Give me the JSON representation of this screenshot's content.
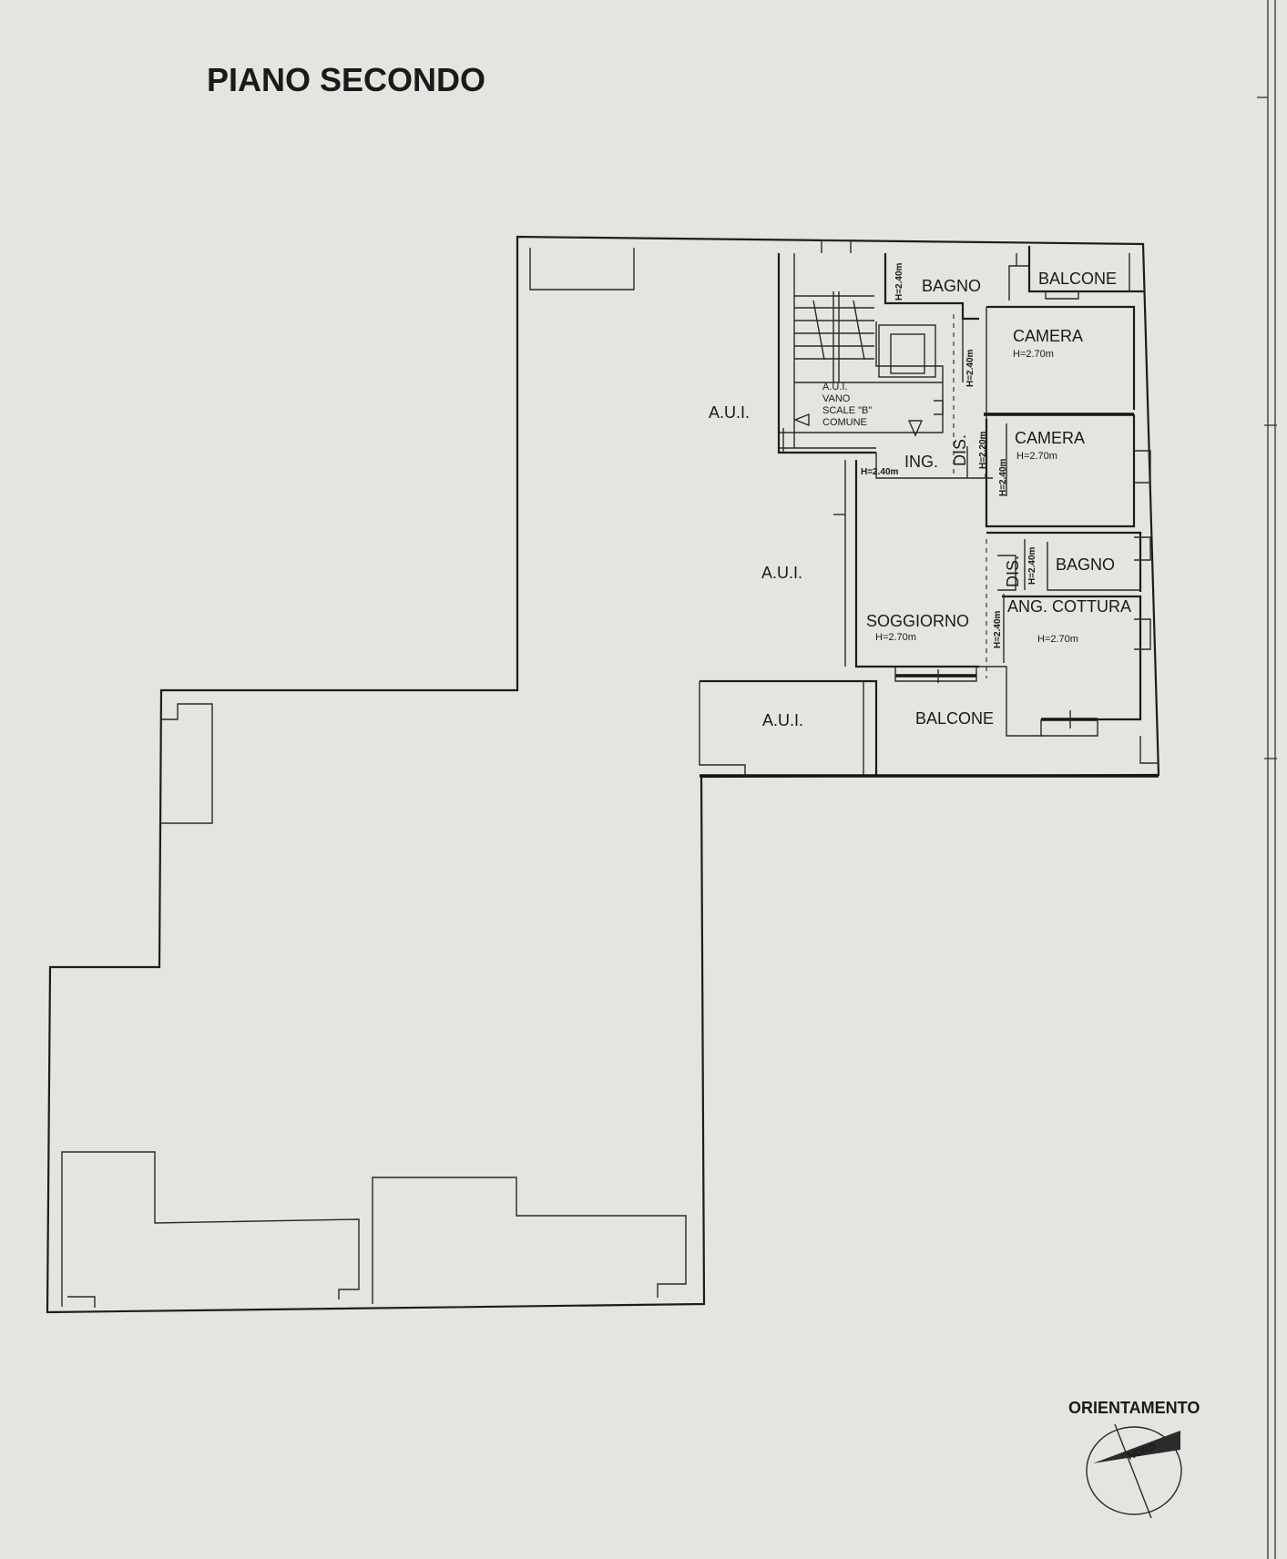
{
  "title": "PIANO SECONDO",
  "rooms": {
    "bagno_top": "BAGNO",
    "balcone_top": "BALCONE",
    "camera_1": "CAMERA",
    "camera_1_h": "H=2.70m",
    "camera_2": "CAMERA",
    "camera_2_h": "H=2.70m",
    "bagno_mid": "BAGNO",
    "ang_cottura": "ANG. COTTURA",
    "ang_cottura_h": "H=2.70m",
    "soggiorno": "SOGGIORNO",
    "soggiorno_h": "H=2.70m",
    "balcone_bottom": "BALCONE",
    "ing": "ING.",
    "dis_1": "DIS.",
    "dis_2": "DIS."
  },
  "aui_labels": {
    "left_upper": "A.U.I.",
    "left_middle": "A.U.I.",
    "bottom": "A.U.I."
  },
  "stair_block": {
    "line1": "A.U.I.",
    "line2": "VANO",
    "line3": "SCALE \"B\"",
    "line4": "COMUNE"
  },
  "heights": {
    "bagno_top_h": "H=2.40m",
    "corridor_h": "H=2.40m",
    "ing_h": "H=2.40m",
    "dis_1_h1": "H=2.20m",
    "dis_1_h2": "H=2.40m",
    "dis_2_h": "H=2.40m",
    "soggiorno_side_h": "H=2.40m"
  },
  "orientation": {
    "label": "ORIENTAMENTO",
    "north_label": "NORD"
  }
}
